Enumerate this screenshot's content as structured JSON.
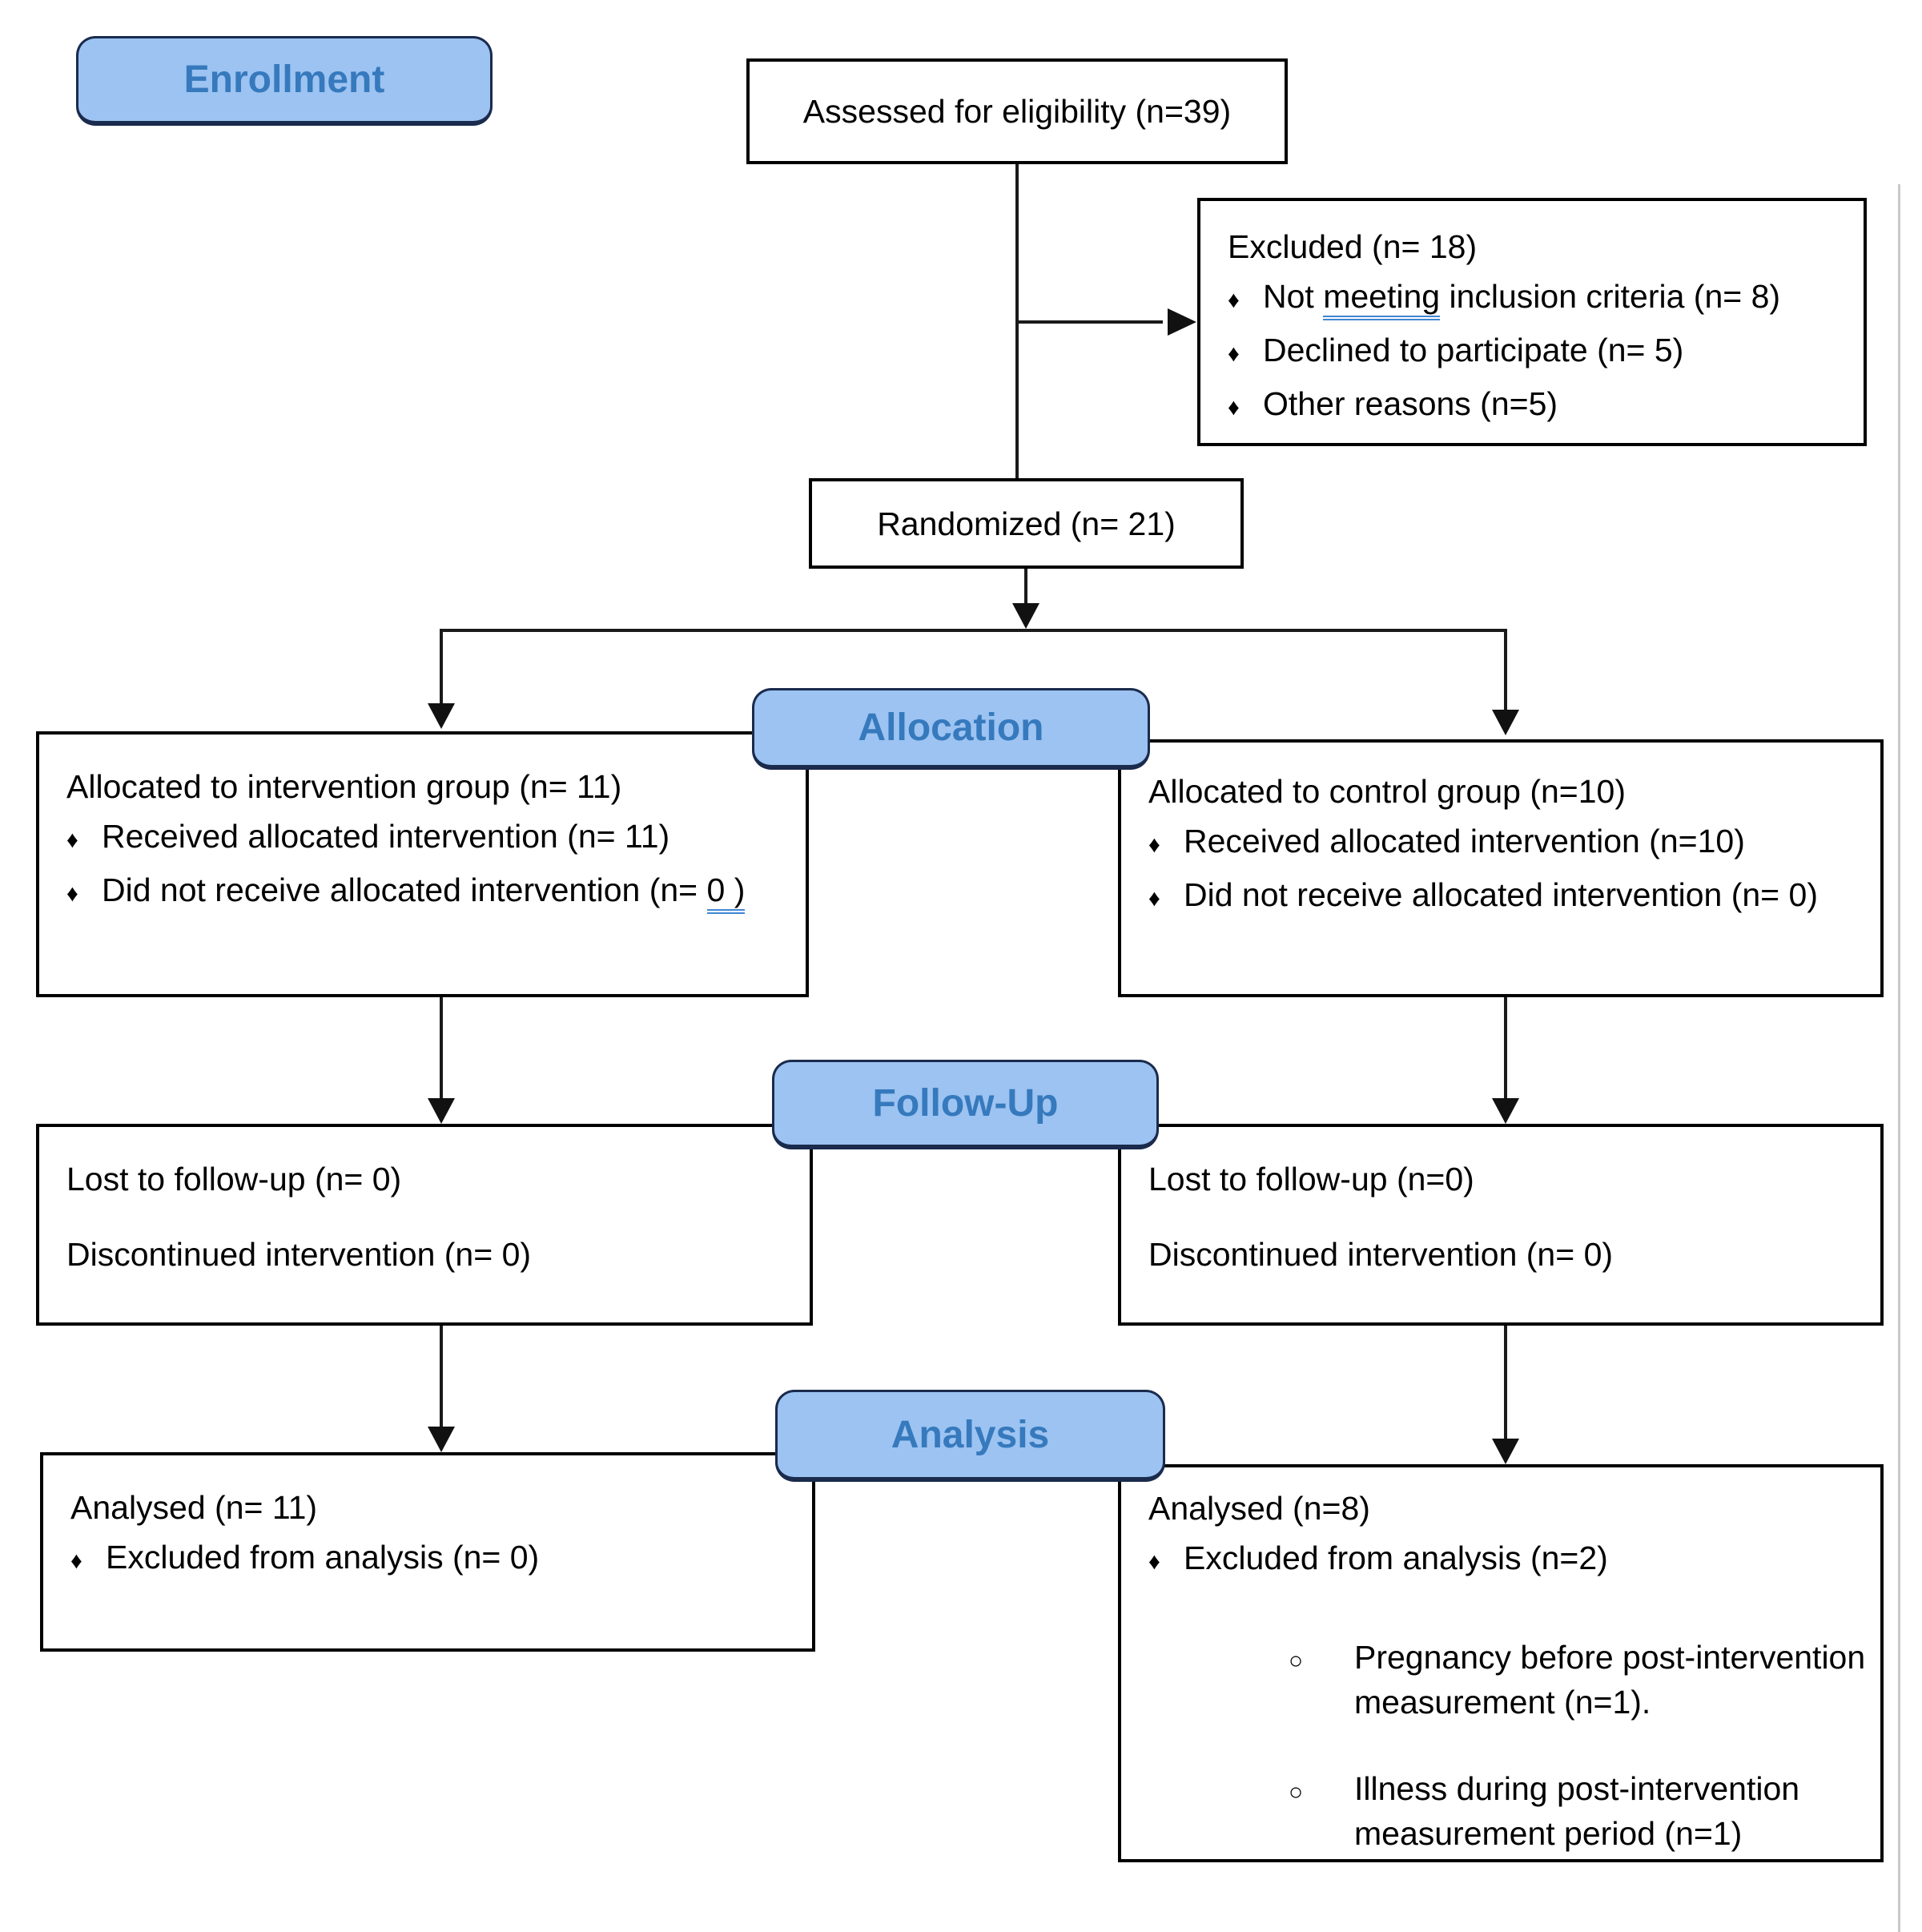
{
  "phases": {
    "enrollment": "Enrollment",
    "allocation": "Allocation",
    "followup": "Follow-Up",
    "analysis": "Analysis"
  },
  "markers": {
    "diamond": "♦",
    "circle": "○"
  },
  "colors": {
    "phase_fill": "#9cc3f1",
    "phase_border": "#1a2b4d",
    "phase_text": "#3679bd",
    "box_border": "#000000",
    "connector": "#1a1a1a",
    "spellcheck_underline": "#3f86d2"
  },
  "assessed": {
    "text": "Assessed for eligibility (n=39)"
  },
  "excluded": {
    "title": "Excluded (n= 18)",
    "b1_pre": "Not ",
    "b1_flag": "meeting",
    "b1_post": " inclusion criteria (n= 8)",
    "b2": "Declined to participate (n= 5)",
    "b3": "Other reasons (n=5)"
  },
  "randomized": {
    "text": "Randomized (n= 21)"
  },
  "alloc_left": {
    "title": "Allocated to intervention group (n= 11)",
    "b1": "Received allocated intervention (n= 11)",
    "b2_pre": "Did not receive allocated intervention (n= ",
    "b2_flag": "0 )",
    "b2_post": ""
  },
  "alloc_right": {
    "title": "Allocated to control group (n=10)",
    "b1": "Received allocated intervention (n=10)",
    "b2": "Did not receive allocated intervention (n= 0)"
  },
  "fu_left": {
    "line1": "Lost to follow-up (n= 0)",
    "line2": "Discontinued intervention (n= 0)"
  },
  "fu_right": {
    "line1": "Lost to follow-up (n=0)",
    "line2": "Discontinued intervention (n= 0)"
  },
  "an_left": {
    "title": "Analysed (n= 11)",
    "b1": "Excluded from analysis (n= 0)"
  },
  "an_right": {
    "title": "Analysed (n=8)",
    "b1": "Excluded from analysis (n=2)",
    "s1l1": "Pregnancy before post-intervention",
    "s1l2": "measurement (n=1).",
    "s2l1": "Illness during post-intervention",
    "s2l2": "measurement period (n=1)"
  }
}
